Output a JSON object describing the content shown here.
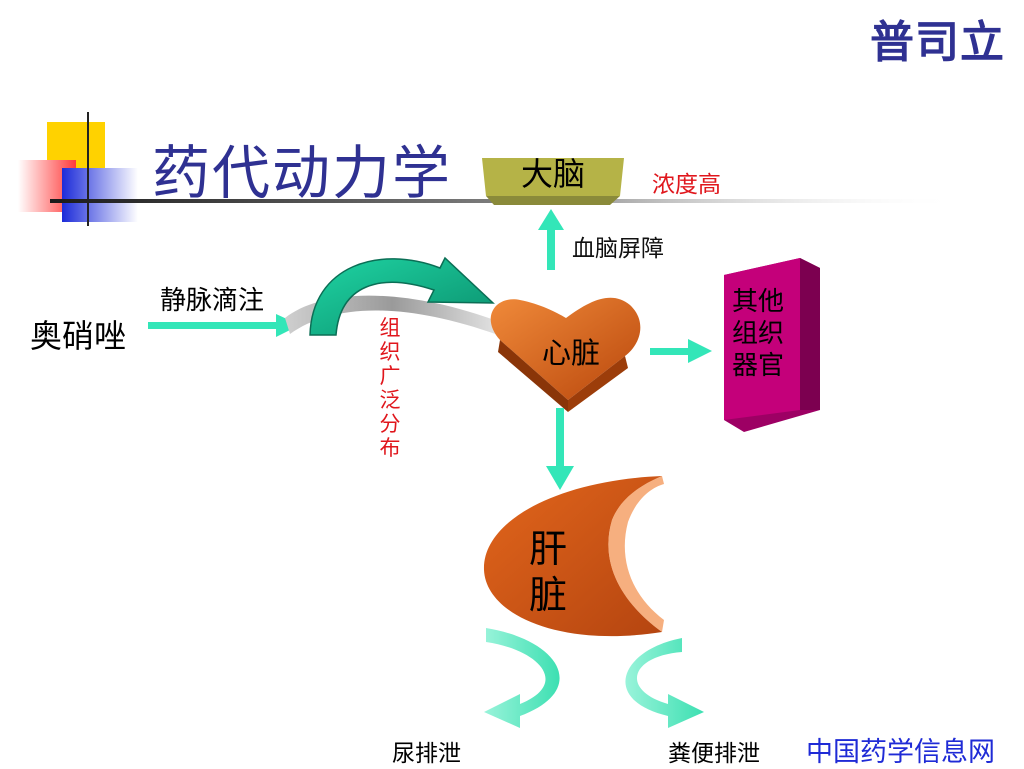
{
  "header": {
    "brand": "普司立",
    "title": "药代动力学"
  },
  "diagram": {
    "drug": "奥硝唑",
    "route": "静脉滴注",
    "distribution": "组织广泛分布",
    "brain": "大脑",
    "brain_note": "浓度高",
    "barrier": "血脑屏障",
    "heart": "心脏",
    "other_tissues": "其他组织器官",
    "liver": "肝脏",
    "urine_excretion": "尿排泄",
    "fecal_excretion": "粪便排泄"
  },
  "footer": {
    "source": "中国药学信息网"
  },
  "colors": {
    "title_blue": "#2f3192",
    "source_blue": "#1f2bd6",
    "note_red": "#e0161c",
    "arrow_teal": "#33e6b8",
    "organ_orange": "#d2550f",
    "tissue_magenta": "#c4007a",
    "brain_olive": "#b5b347"
  }
}
